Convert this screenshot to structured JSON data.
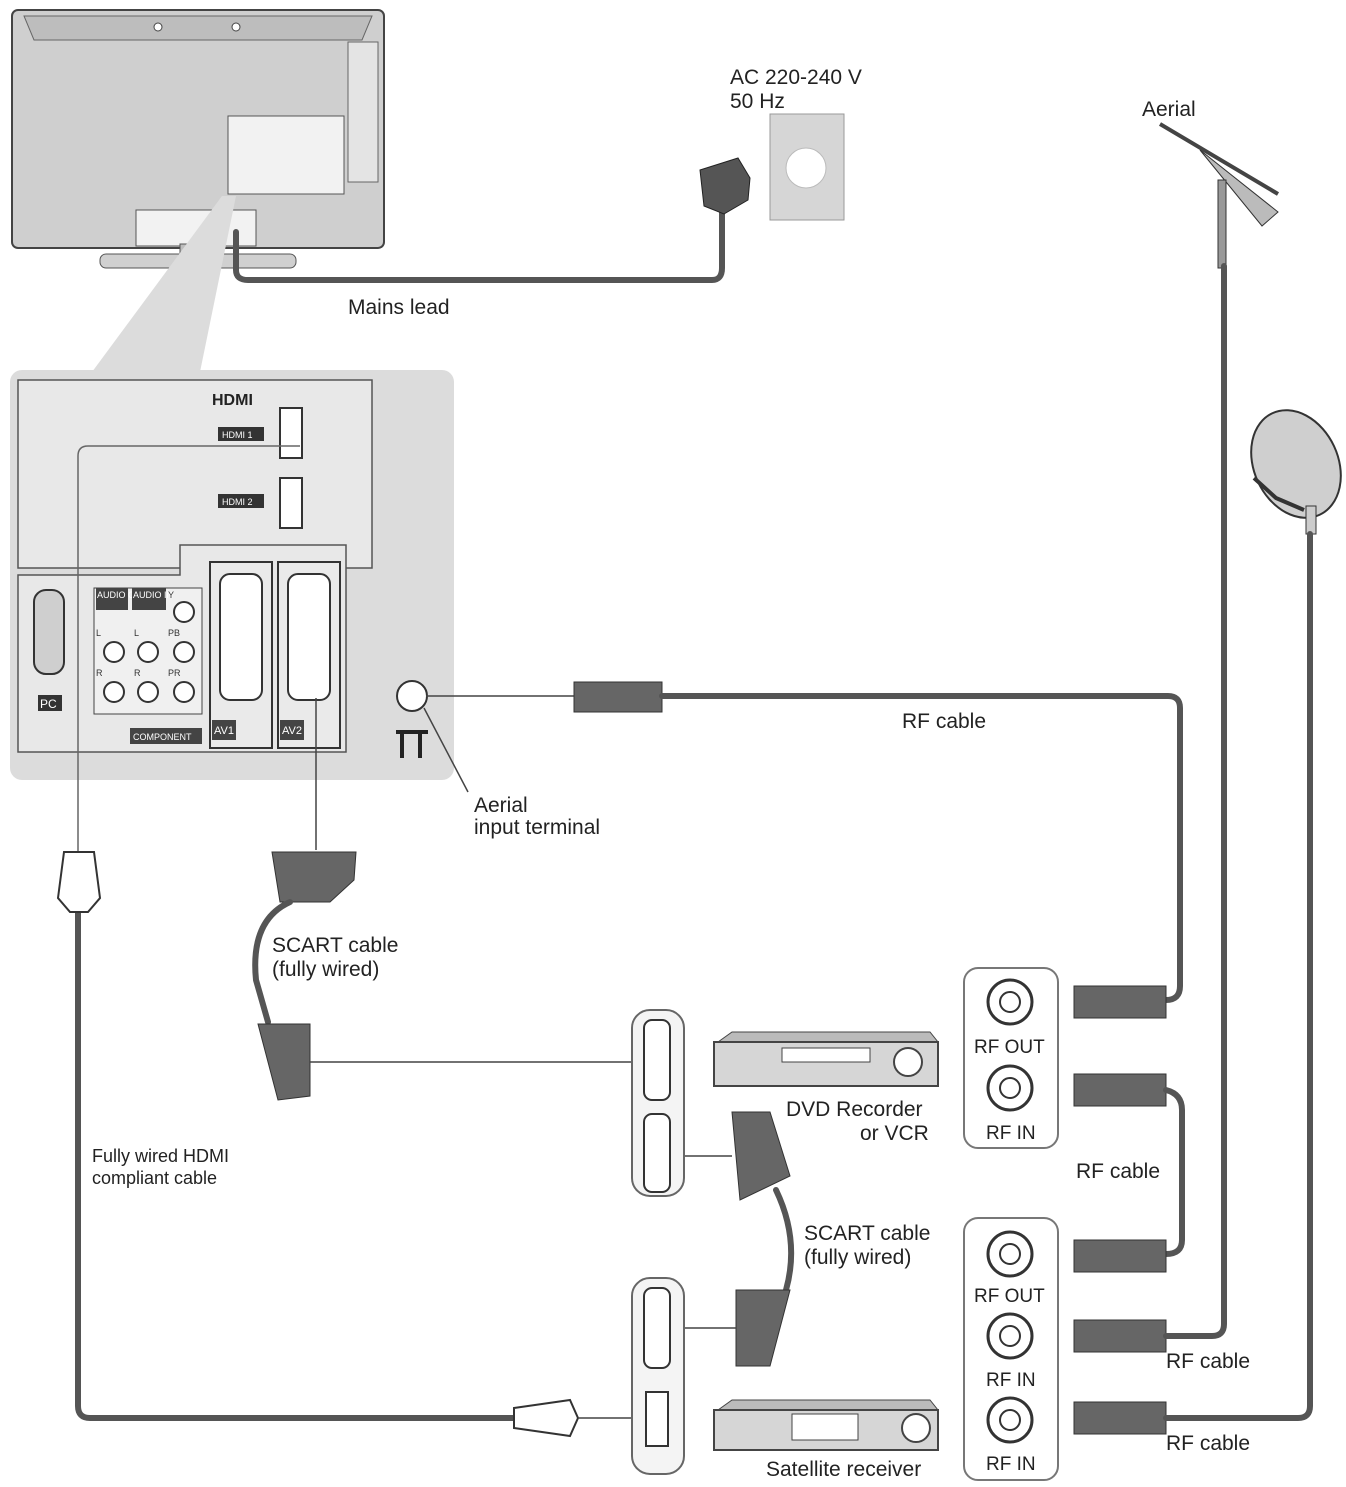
{
  "labels": {
    "mains_voltage": "AC 220-240 V",
    "mains_freq": "50 Hz",
    "aerial": "Aerial",
    "mains_lead": "Mains lead",
    "rf_cable_top": "RF cable",
    "aerial_input_1": "Aerial",
    "aerial_input_2": "input terminal",
    "scart_top_1": "SCART cable",
    "scart_top_2": "(fully wired)",
    "scart_mid_1": "SCART cable",
    "scart_mid_2": "(fully wired)",
    "hdmi_cable_1": "Fully wired HDMI",
    "hdmi_cable_2": "compliant cable",
    "dvd_1": "DVD Recorder",
    "dvd_2": "or VCR",
    "satellite": "Satellite receiver",
    "rf_cable_mid": "RF cable",
    "rf_cable_aerial": "RF cable",
    "rf_cable_dish": "RF cable"
  },
  "panel": {
    "hdmi_logo": "HDMI",
    "hdmi1": "HDMI 1",
    "hdmi2": "HDMI 2",
    "audio_out": "AUDIO OUT",
    "audio_in": "AUDIO IN",
    "component": "COMPONENT",
    "pc": "PC",
    "av1": "AV1",
    "av2": "AV2",
    "ch_l": "L",
    "ch_r": "R",
    "comp_y": "Y",
    "comp_pb": "PB",
    "comp_pr": "PR"
  },
  "ports": {
    "dvd_rf_out": "RF OUT",
    "dvd_rf_in": "RF IN",
    "sat_rf_out": "RF OUT",
    "sat_rf_in_1": "RF IN",
    "sat_rf_in_2": "RF IN"
  },
  "icons": [
    "aerial-icon",
    "satellite-dish-icon",
    "wall-socket-icon",
    "mains-plug-icon",
    "hdmi-plug-icon",
    "scart-plug-icon",
    "rf-plug-icon",
    "aerial-terminal-icon"
  ]
}
